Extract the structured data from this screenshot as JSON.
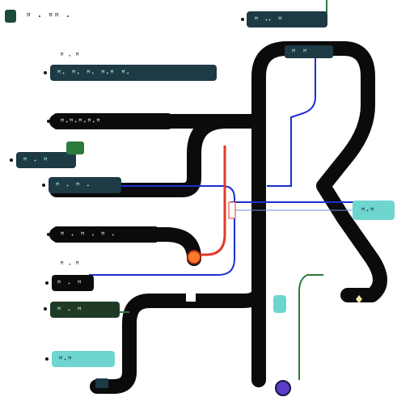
{
  "header": {
    "logo": "logo-glyph",
    "title": "ꟸ ꞏ ꟸꟸ ꞏ"
  },
  "top_right_label": "ꟸ ꞏꞏ ꟸ",
  "panel_top_label": "ꟸ ꟸ",
  "left_labels": [
    {
      "heading": "ꟸ ꞏ ꟸ",
      "pill": "ꟸꞏ ꟸꞏ ꟸꞏ ꟸꞏꟸ ꟸꞏ"
    },
    {
      "heading": "",
      "pill": "ꟸꞏꟸꞏꟸꞏꟸꞏꟸ"
    },
    {
      "heading": "",
      "pill": "ꟸ ꞏ ꟸ"
    },
    {
      "heading": "",
      "pill": "ꟸ ꞏ ꟸ ꞏ"
    },
    {
      "heading": "",
      "pill": "ꟸ ꞏ ꟸ ꞏ ꟸ ꞏ"
    },
    {
      "heading": "ꟸ ꞏ ꟸ",
      "pill": "ꟸ ꞏ ꟸ"
    },
    {
      "heading": "",
      "pill": "ꟸ ꞏ ꟸ"
    },
    {
      "heading": "",
      "pill": "ꟸꞏꟸ"
    }
  ],
  "right_badge": "ꟸꞏꟸ",
  "colors": {
    "track": "#0b0b0b",
    "teal": "#6fd6cf",
    "dark_teal": "#1d3a45",
    "blue": "#1c2fd1",
    "red": "#e03a2a",
    "green": "#2d7b3a",
    "dark_green": "#1f3b26",
    "orange": "#ff7a29",
    "purple": "#5a3cc7",
    "yellow": "#f5e7a0"
  }
}
